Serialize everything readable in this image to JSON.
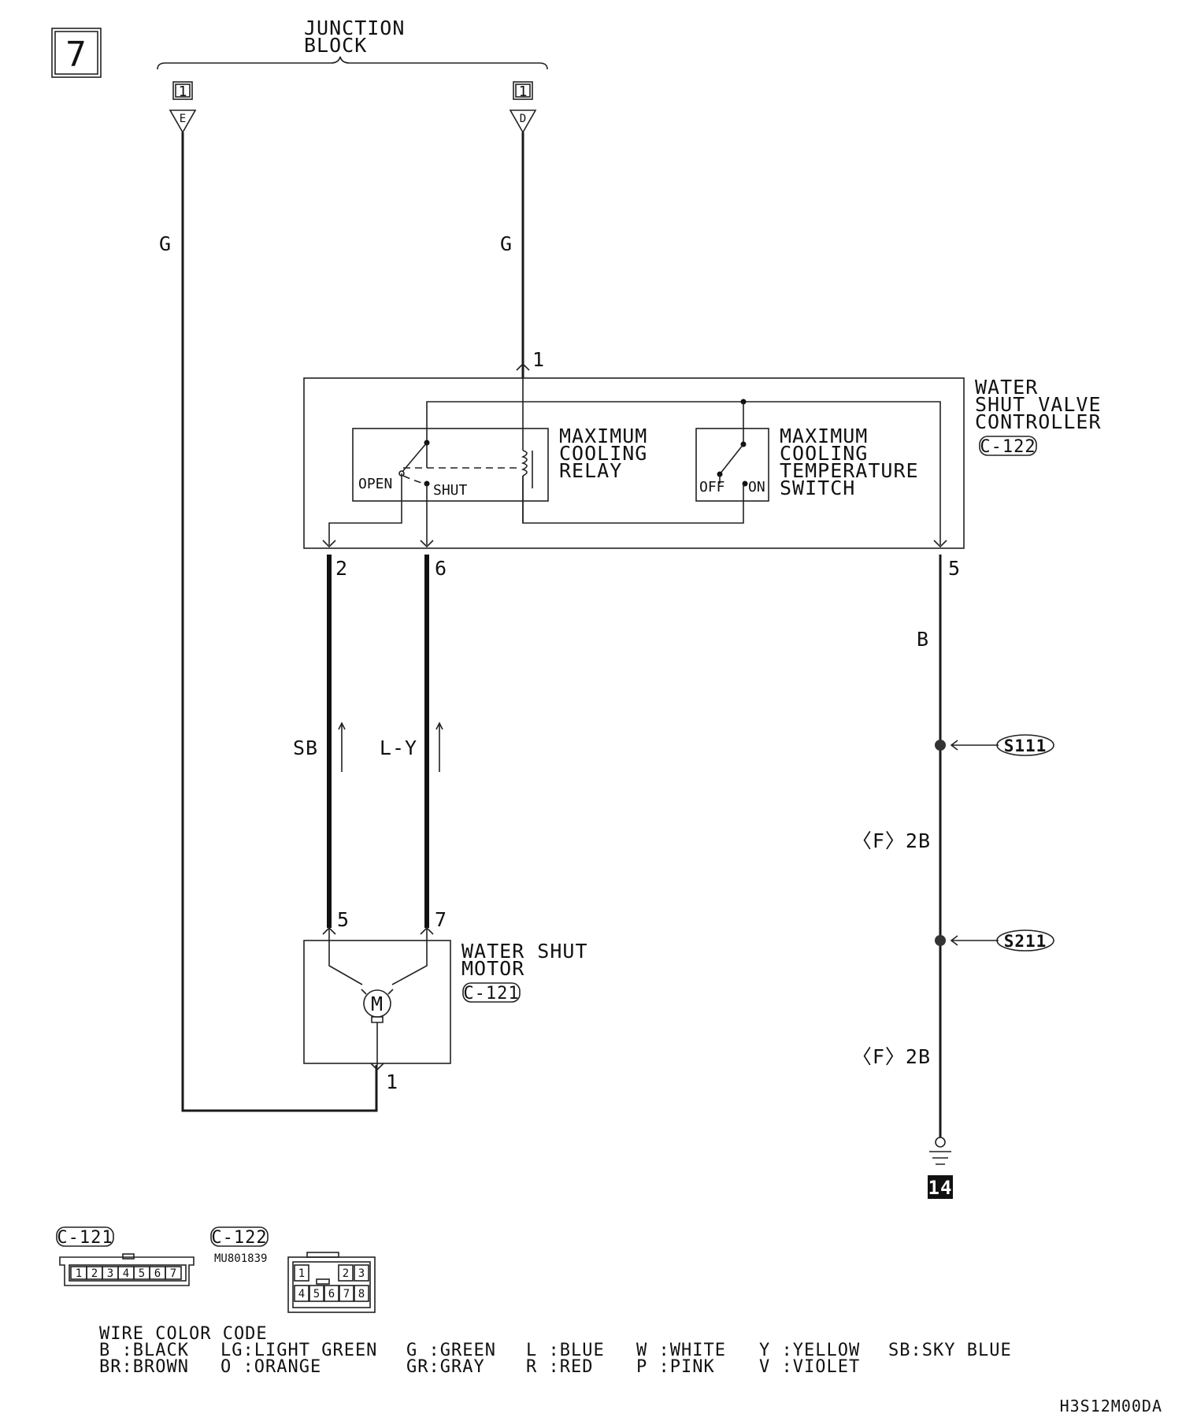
{
  "page_number": "7",
  "junction_block": {
    "line1": "JUNCTION",
    "line2": "BLOCK",
    "left_conn": "1",
    "right_conn": "1",
    "left_pin": "E",
    "right_pin": "D"
  },
  "wires": {
    "left_g": "G",
    "right_g": "G",
    "sb": "SB",
    "ly": "L-Y",
    "b": "B",
    "f2b_1": "〈F〉2B",
    "f2b_2": "〈F〉2B"
  },
  "pins": {
    "c122_1": "1",
    "c122_2": "2",
    "c122_6": "6",
    "c122_5": "5",
    "m_5": "5",
    "m_7": "7",
    "m_1": "1"
  },
  "controller": {
    "line1": "WATER",
    "line2": "SHUT VALVE",
    "line3": "CONTROLLER",
    "connector": "C-122"
  },
  "relay": {
    "line1": "MAXIMUM",
    "line2": "COOLING",
    "line3": "RELAY",
    "open": "OPEN",
    "shut": "SHUT"
  },
  "temp_switch": {
    "line1": "MAXIMUM",
    "line2": "COOLING",
    "line3": "TEMPERATURE",
    "line4": "SWITCH",
    "off": "OFF",
    "on": "ON"
  },
  "motor": {
    "line1": "WATER SHUT",
    "line2": "MOTOR",
    "connector": "C-121",
    "symbol": "M"
  },
  "splices": {
    "s1": "S111",
    "s2": "S211"
  },
  "ground": "14",
  "connector_views": {
    "c121": {
      "name": "C-121",
      "pins": [
        "1",
        "2",
        "3",
        "4",
        "5",
        "6",
        "7"
      ]
    },
    "c122": {
      "name": "C-122",
      "part": "MU801839",
      "top_pins": [
        "1",
        "2",
        "3"
      ],
      "bottom_pins": [
        "4",
        "5",
        "6",
        "7",
        "8"
      ]
    }
  },
  "wire_color_code": {
    "title": "WIRE COLOR CODE",
    "row1": [
      "B :BLACK",
      "LG:LIGHT GREEN",
      "G :GREEN",
      "L :BLUE",
      "W :WHITE",
      "Y :YELLOW",
      "SB:SKY BLUE"
    ],
    "row2": [
      "BR:BROWN",
      "O :ORANGE",
      "GR:GRAY",
      "R :RED",
      "P :PINK",
      "V :VIOLET"
    ]
  },
  "figure_code": "H3S12M00DA"
}
